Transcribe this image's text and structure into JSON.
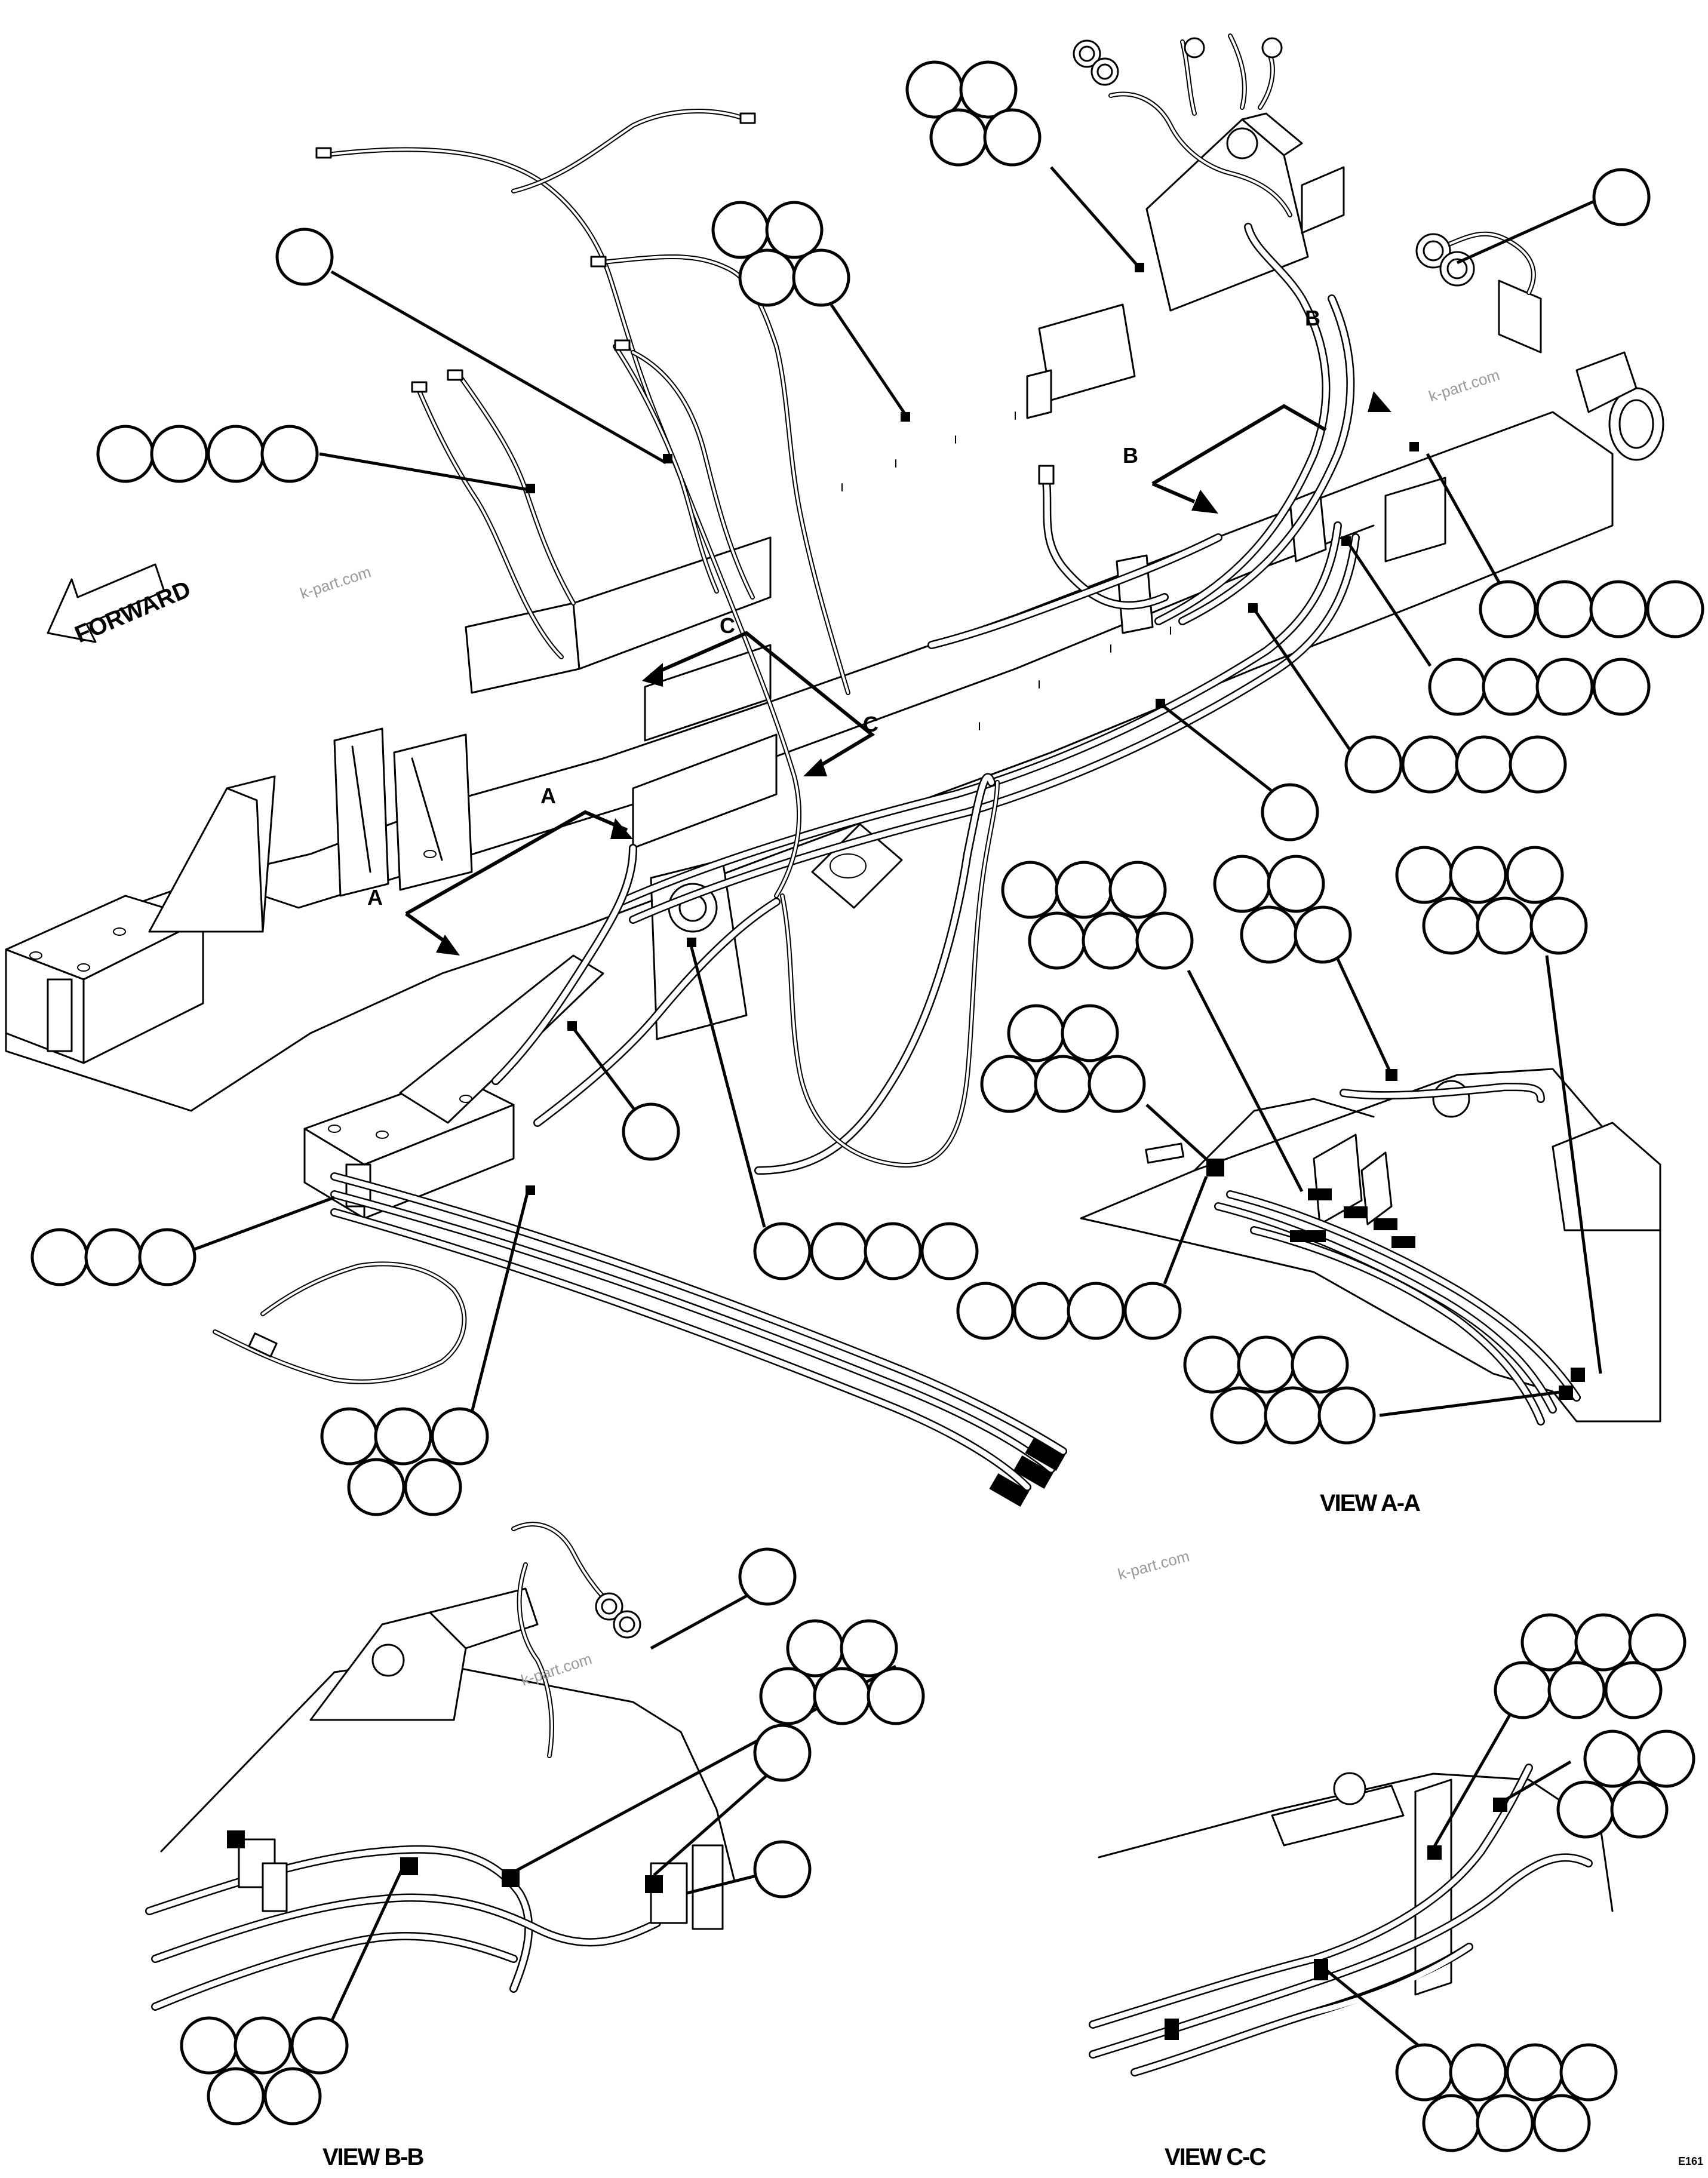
{
  "forward_label": "FORWARD",
  "section_markers": {
    "a": "A",
    "b": "B",
    "c": "C"
  },
  "view_labels": {
    "aa": "VIEW A-A",
    "bb": "VIEW B-B",
    "cc": "VIEW C-C"
  },
  "watermark": "k-part.com",
  "figure_code": "E161"
}
